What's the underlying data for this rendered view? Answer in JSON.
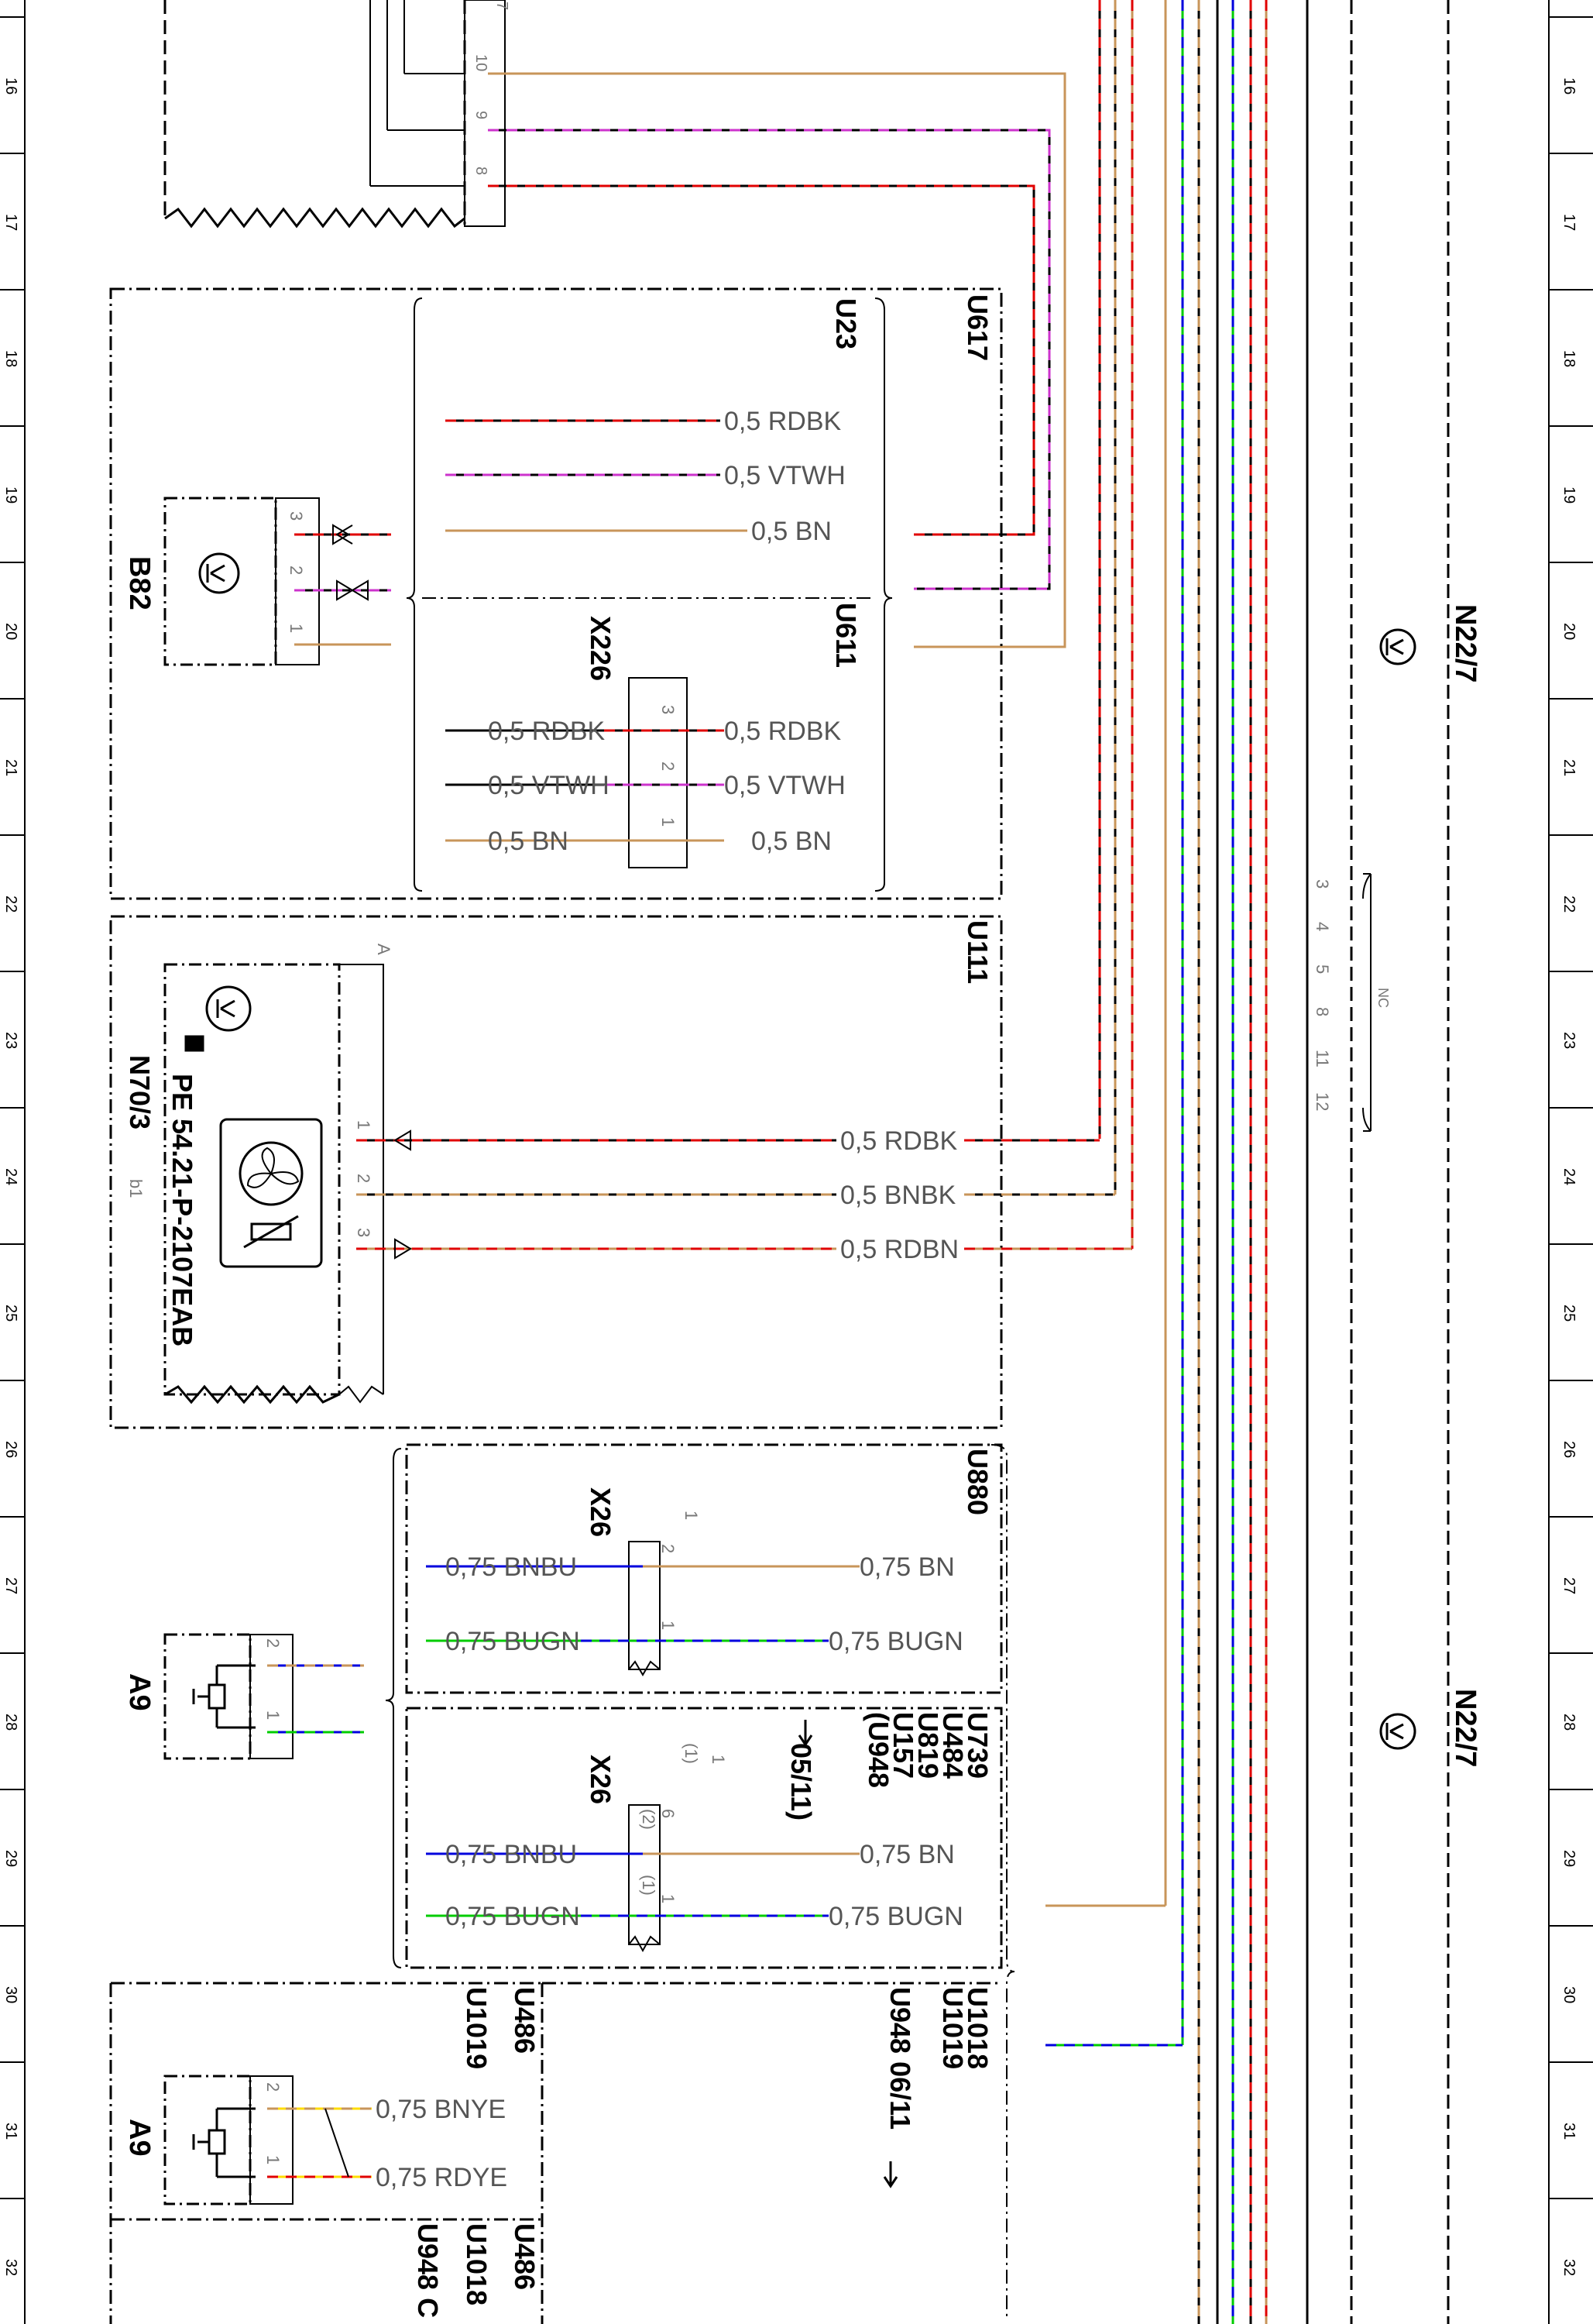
{
  "grid_numbers": [
    "16",
    "17",
    "18",
    "19",
    "20",
    "21",
    "22",
    "23",
    "24",
    "25",
    "26",
    "27",
    "28",
    "29",
    "30",
    "31",
    "32"
  ],
  "colors": {
    "RD": "#e00000",
    "BK": "#000000",
    "VT": "#cc33cc",
    "WH": "#ffffff",
    "BN": "#c8955a",
    "BU": "#0000dd",
    "GN": "#00cc00",
    "YE": "#ffdd00"
  },
  "top_connector": {
    "pins": [
      "10",
      "9",
      "8"
    ],
    "marker": "7"
  },
  "zones": {
    "u617": "U617",
    "u23": "U23",
    "u611": "U611",
    "u111": "U111",
    "u880": "U880",
    "u739_list": [
      "U739",
      "U484",
      "U819",
      "U157",
      "(U948"
    ],
    "u739_ref": "05/11)",
    "u1018_list": [
      "U1018",
      "U1019"
    ],
    "u948_ref": "U948 06/11",
    "u486_list": [
      "U486",
      "U1019"
    ],
    "u486_b_list": [
      "U486",
      "U1018",
      "U948 C"
    ]
  },
  "b82": {
    "label": "B82",
    "pins": [
      "3",
      "2",
      "1"
    ],
    "wires": [
      {
        "text": "0,5 RDBK"
      },
      {
        "text": "0,5 VTWH"
      },
      {
        "text": "0,5 BN"
      }
    ]
  },
  "x226": {
    "label": "X226",
    "pins": [
      "3",
      "2",
      "1"
    ],
    "left": [
      "0,5 RDBK",
      "0,5 VTWH",
      "0,5 BN"
    ],
    "right": [
      "0,5 RDBK",
      "0,5 VTWH",
      "0,5 BN"
    ]
  },
  "n70": {
    "label": "N70/3",
    "ref": "PE 54.21-P-2107EAB",
    "connector": "b1",
    "conn_letter": "A",
    "pins": [
      "1",
      "2",
      "3"
    ],
    "wires": [
      "0,5 RDBK",
      "0,5 BNBK",
      "0,5 RDBN"
    ]
  },
  "x26_a": {
    "label": "X26",
    "top": "1",
    "pins": [
      "2",
      "1"
    ],
    "left": [
      "0,75 BNBU",
      "0,75 BUGN"
    ],
    "right": [
      "0,75 BN",
      "0,75 BUGN"
    ]
  },
  "x26_b": {
    "label": "X26",
    "top": "1",
    "top_paren": "(1)",
    "pins": [
      "6",
      "1"
    ],
    "pins_paren": [
      "(2)",
      "(1)"
    ],
    "left": [
      "0,75 BNBU",
      "0,75 BUGN"
    ],
    "right": [
      "0,75 BN",
      "0,75 BUGN"
    ]
  },
  "a9_a": {
    "label": "A9",
    "pins": [
      "2",
      "1"
    ]
  },
  "a9_b": {
    "label": "A9",
    "pins": [
      "2",
      "1"
    ],
    "wires": [
      "0,75 BNYE",
      "0,75 RDYE"
    ]
  },
  "n22": {
    "label": "N22/7",
    "nc_pins": [
      "3",
      "4",
      "5",
      "8",
      "11",
      "12"
    ],
    "nc": "NC"
  }
}
